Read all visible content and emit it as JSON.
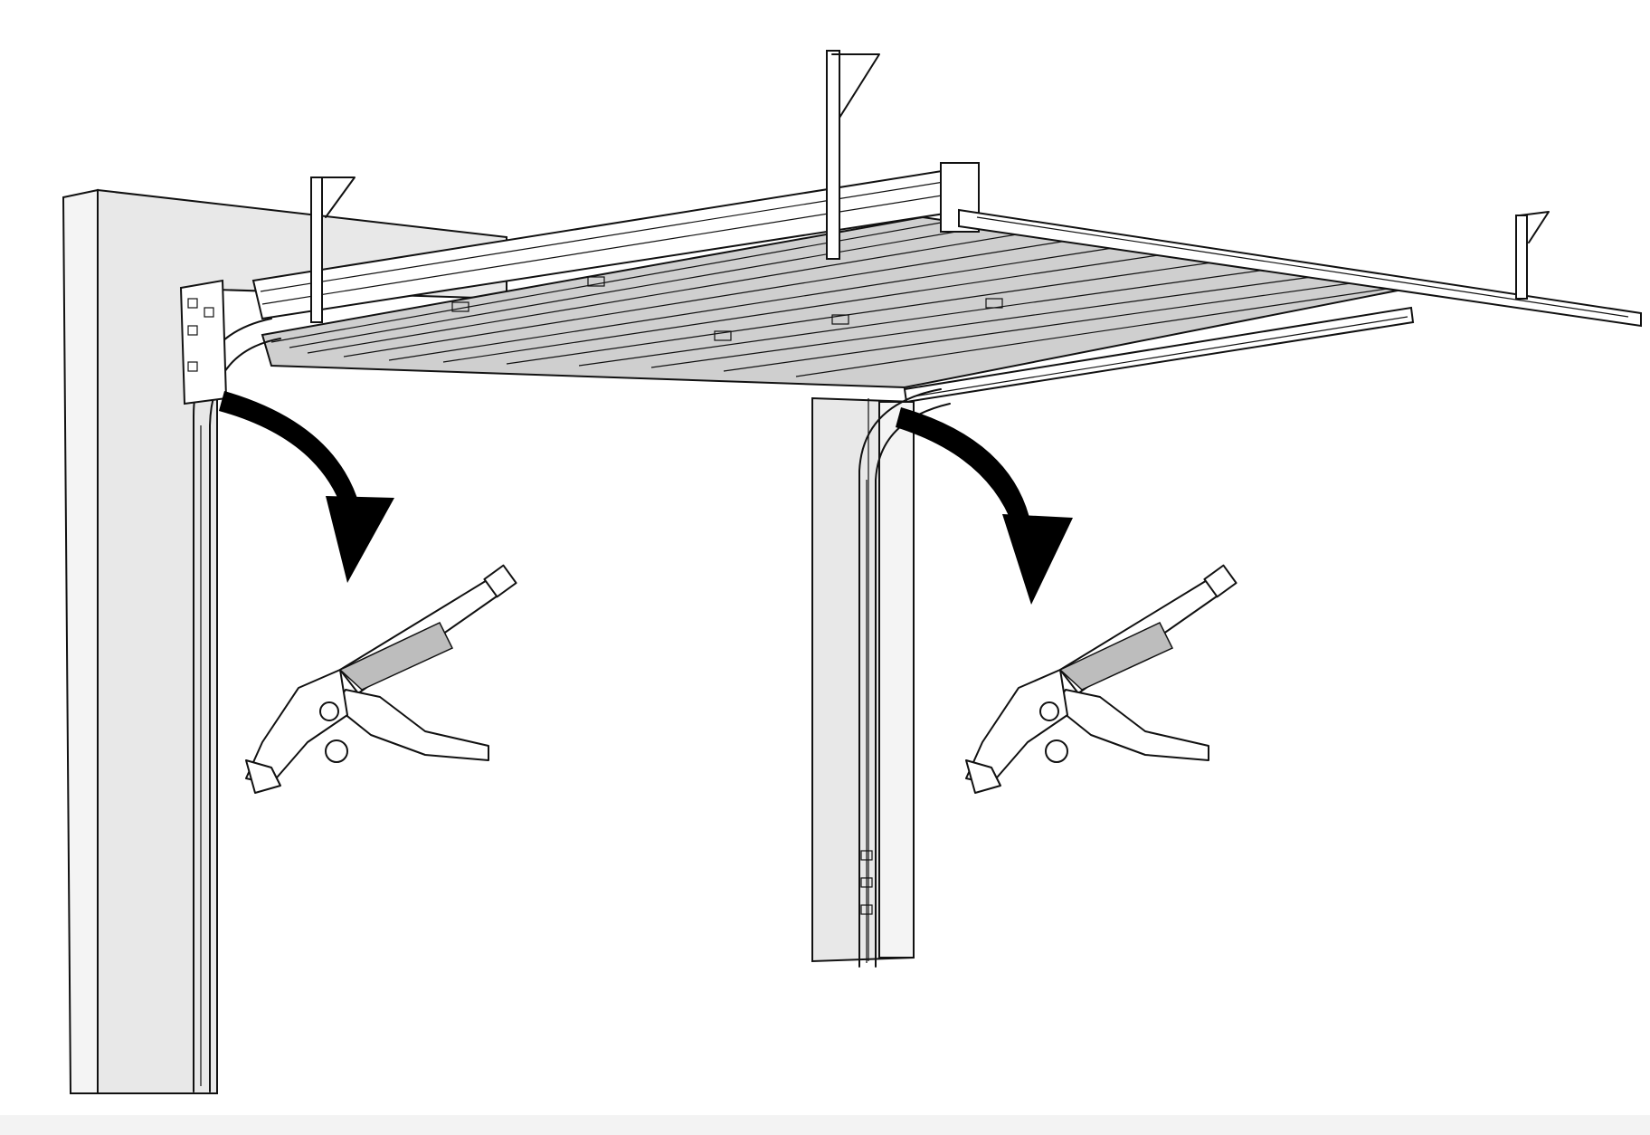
{
  "diagram": {
    "type": "installation-illustration",
    "parts": [
      "left-wall-pillar",
      "right-wall-pillar",
      "left-vertical-track",
      "right-vertical-track",
      "horizontal-tracks",
      "ceiling-hangers",
      "door-panel",
      "curved-arrows",
      "locking-pliers"
    ],
    "colors": {
      "line": "#111111",
      "wall": "#e8e8e8",
      "panel": "#cfcfcf",
      "arrow": "#000000",
      "background": "#ffffff"
    },
    "icons": [
      "arrow-down-curved-icon",
      "locking-pliers-icon"
    ]
  }
}
